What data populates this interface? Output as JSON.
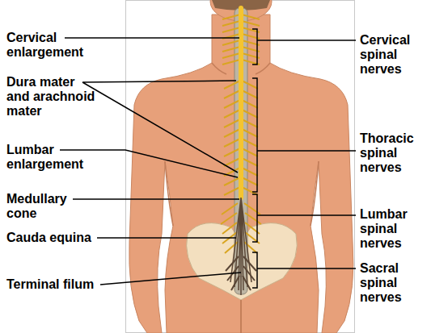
{
  "diagram": {
    "labels": [
      "Cervical enlargement",
      "Dura mater and arachnoid mater",
      "Lumbar enlargement",
      "Medullary cone",
      "Cauda equina",
      "Terminal filum",
      "Cervical spinal nerves",
      "Thoracic spinal nerves",
      "Lumbar spinal nerves",
      "Sacral spinal nerves"
    ]
  }
}
